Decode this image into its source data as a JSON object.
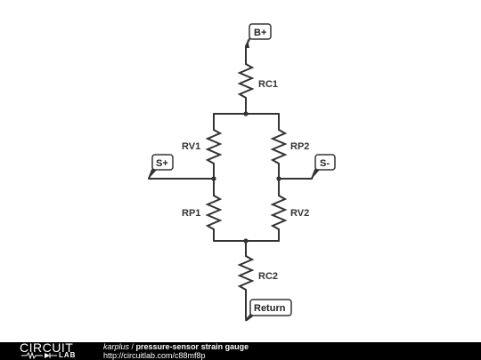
{
  "schematic": {
    "terminals": {
      "b_plus": "B+",
      "s_plus": "S+",
      "s_minus": "S-",
      "return": "Return"
    },
    "resistors": {
      "rc1": "RC1",
      "rv1": "RV1",
      "rp2": "RP2",
      "rp1": "RP1",
      "rv2": "RV2",
      "rc2": "RC2"
    }
  },
  "footer": {
    "logo_top": "CIRCUIT",
    "logo_bottom": "LAB",
    "author": "karplus",
    "separator": " / ",
    "title": "pressure-sensor strain gauge",
    "url": "http://circuitlab.com/c88mf8p"
  },
  "colors": {
    "ink": "#333333",
    "footer_bg": "#000000",
    "footer_text": "#ffffff"
  }
}
